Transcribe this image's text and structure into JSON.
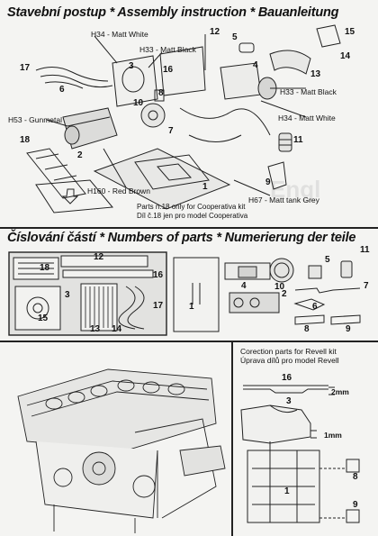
{
  "header_assembly": "Stavební postup * Assembly instruction * Bauanleitung",
  "header_parts": "Číslování částí * Numbers of parts * Numerierung der teile",
  "watermark": "Engl",
  "paint_callouts": {
    "h34_top": "H34 - Matt White",
    "h33_top": "H33 - Matt Black",
    "h53": "H53 - Gunmetal",
    "h33_right": "H33 - Matt Black",
    "h34_right": "H34 - Matt White",
    "h160": "H160 - Red Brown",
    "h67": "H67 - Matt tank Grey"
  },
  "cooperativa_note": {
    "line1": "Parts n.18 only for Cooperativa kit",
    "line2": "Díl č.18 jen pro model Cooperativa"
  },
  "assembly_numbers": [
    "12",
    "5",
    "15",
    "17",
    "3",
    "16",
    "4",
    "14",
    "6",
    "13",
    "8",
    "10",
    "7",
    "11",
    "18",
    "2",
    "1",
    "9"
  ],
  "parts_numbers": [
    "18",
    "12",
    "16",
    "3",
    "15",
    "17",
    "13",
    "14",
    "1",
    "4",
    "10",
    "5",
    "11",
    "2",
    "7",
    "6",
    "8",
    "9"
  ],
  "revell": {
    "title1": "Corection parts for Revell kit",
    "title2": "Úprava dílů pro model Revell",
    "dim_top": "2mm",
    "dim_side": "1mm",
    "numbers": [
      "16",
      "3",
      "1",
      "8",
      "9"
    ]
  }
}
